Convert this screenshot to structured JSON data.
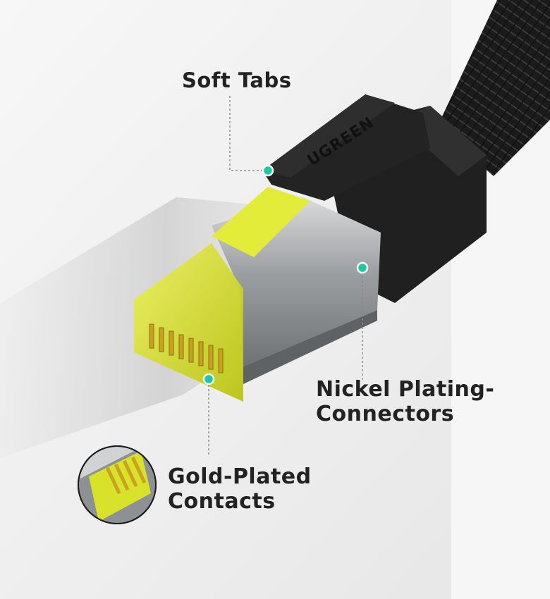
{
  "brand": "UGREEN",
  "colors": {
    "background": "#f2f2f2",
    "cable_black": "#1b1b1b",
    "plug_yellow": "#d6e21a",
    "shield_silver": "#a9acad",
    "dot_teal": "#1cc9a4",
    "label_text": "#222222"
  },
  "callouts": {
    "soft_tabs": {
      "label": "Soft Tabs"
    },
    "nickel_plating": {
      "line1": "Nickel Plating-",
      "line2": "Connectors"
    },
    "gold_plated": {
      "line1": "Gold-Plated",
      "line2": "Contacts"
    }
  }
}
